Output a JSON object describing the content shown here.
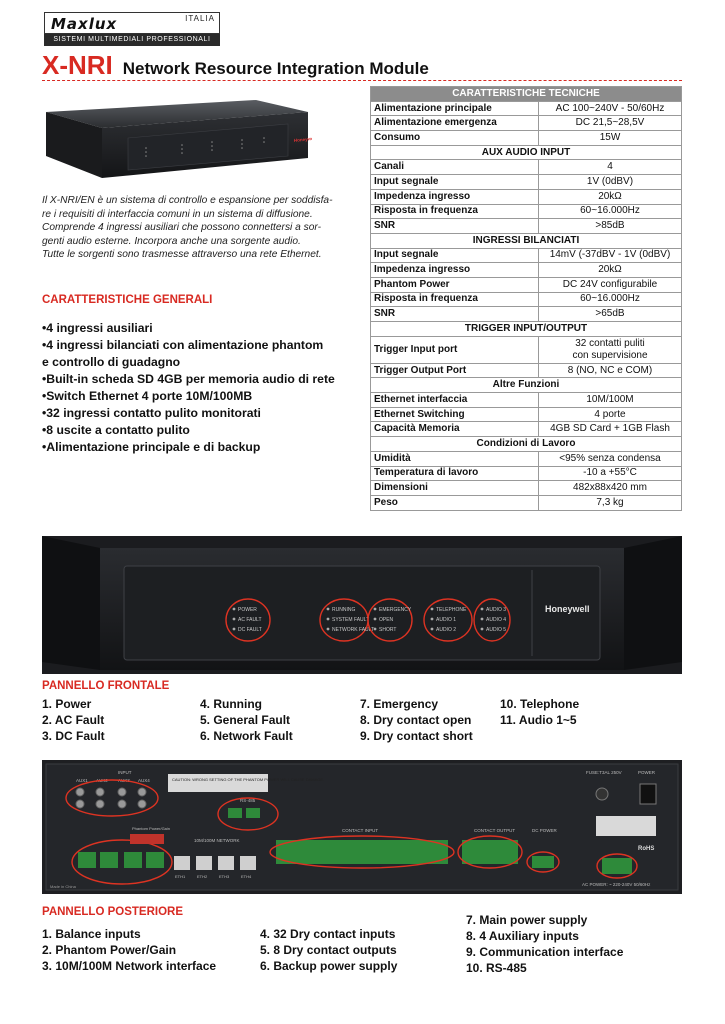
{
  "logo": {
    "brand": "Maxlux",
    "country": "ITALIA",
    "tagline": "SISTEMI MULTIMEDIALI PROFESSIONALI"
  },
  "header": {
    "code": "X-NRI",
    "name": "Network Resource Integration Module"
  },
  "device": {
    "brand": "Honeywell"
  },
  "intro": [
    "Il X-NRI/EN è un sistema di controllo e espansione per soddisfa-",
    "re i requisiti di interfaccia comuni in un sistema di diffusione.",
    "Comprende 4 ingressi ausiliari che possono connettersi a sor-",
    "genti audio esterne. Incorpora anche una sorgente audio.",
    "Tutte le sorgenti sono trasmesse attraverso una rete Ethernet."
  ],
  "general": {
    "title": "CARATTERISTICHE GENERALI",
    "items": [
      "4 ingressi ausiliari",
      "4 ingressi bilanciati con alimentazione phantom",
      "e controllo di guadagno",
      "Built-in scheda SD 4GB per memoria audio di rete",
      "Switch Ethernet 4 porte 10M/100MB",
      "32 ingressi contatto pulito monitorati",
      "8 uscite a contatto pulito",
      "Alimentazione principale e di backup"
    ]
  },
  "spec": {
    "title": "CARATTERISTICHE TECNICHE",
    "rows": [
      {
        "k": "Alimentazione principale",
        "v": "AC 100~240V - 50/60Hz"
      },
      {
        "k": "Alimentazione emergenza",
        "v": "DC 21,5~28,5V"
      },
      {
        "k": "Consumo",
        "v": "15W"
      },
      {
        "h": "AUX AUDIO INPUT"
      },
      {
        "k": "Canali",
        "v": "4"
      },
      {
        "k": "Input segnale",
        "v": "1V (0dBV)"
      },
      {
        "k": "Impedenza ingresso",
        "v": "20kΩ"
      },
      {
        "k": "Risposta in frequenza",
        "v": "60~16.000Hz"
      },
      {
        "k": "SNR",
        "v": ">85dB"
      },
      {
        "h": "INGRESSI BILANCIATI"
      },
      {
        "k": "Input segnale",
        "v": "14mV (-37dBV - 1V (0dBV)"
      },
      {
        "k": "Impedenza ingresso",
        "v": "20kΩ"
      },
      {
        "k": "Phantom Power",
        "v": "DC 24V configurabile"
      },
      {
        "k": "Risposta in frequenza",
        "v": "60~16.000Hz"
      },
      {
        "k": "SNR",
        "v": ">65dB"
      },
      {
        "h": "TRIGGER INPUT/OUTPUT"
      },
      {
        "k": "Trigger Input port",
        "v": "32 contatti puliti",
        "v2": "con supervisione"
      },
      {
        "k": "Trigger Output Port",
        "v": "8 (NO, NC e COM)"
      },
      {
        "h": "Altre Funzioni"
      },
      {
        "k": "Ethernet interfaccia",
        "v": "10M/100M"
      },
      {
        "k": "Ethernet Switching",
        "v": "4 porte"
      },
      {
        "k": "Capacità Memoria",
        "v": "4GB SD Card + 1GB Flash"
      },
      {
        "h": "Condizioni di Lavoro"
      },
      {
        "k": "Umidità",
        "v": "<95% senza condensa"
      },
      {
        "k": "Temperatura di lavoro",
        "v": "-10 a +55°C"
      },
      {
        "k": "Dimensioni",
        "v": "482x88x420 mm"
      },
      {
        "k": "Peso",
        "v": "7,3 kg"
      }
    ]
  },
  "front_panel": {
    "title": "PANNELLO FRONTALE",
    "col1": [
      "1. Power",
      "2. AC Fault",
      "3. DC Fault"
    ],
    "col2": [
      "4. Running",
      "5. General Fault",
      "6. Network Fault"
    ],
    "col3": [
      "7. Emergency",
      "8. Dry contact open",
      "9. Dry contact short"
    ],
    "col4": [
      "10. Telephone",
      "11. Audio 1~5"
    ],
    "leds": {
      "power": "POWER",
      "ac_fault": "AC FAULT",
      "dc_fault": "DC FAULT",
      "running": "RUNNING",
      "system_fault": "SYSTEM FAULT",
      "network_fault": "NETWORK FAULT",
      "emergency": "EMERGENCY",
      "open": "OPEN",
      "short": "SHORT",
      "telephone": "TELEPHONE",
      "audio1": "AUDIO 1",
      "audio2": "AUDIO 2",
      "audio3": "AUDIO 3",
      "audio4": "AUDIO 4",
      "audio5": "AUDIO 5"
    }
  },
  "rear_panel": {
    "title": "PANNELLO POSTERIORE",
    "col1": [
      "1. Balance inputs",
      "2. Phantom Power/Gain",
      "3. 10M/100M Network interface"
    ],
    "col2": [
      "4. 32 Dry contact inputs",
      "5. 8 Dry contact outputs",
      "6. Backup power supply"
    ],
    "col3": [
      "7. Main power supply",
      "8. 4 Auxiliary inputs",
      "9. Communication interface",
      "10. RS-485"
    ],
    "labels": {
      "input": "INPUT",
      "aux1": "AUX1",
      "aux2": "AUX2",
      "aux3": "AUX3",
      "aux4": "AUX4",
      "caution": "CAUTION: WRONG SETTING OF THE PHANTOM POWER WILL CAUSE DAMAGE.",
      "rs485": "RS-485",
      "phantom": "Phantom Power/Gain",
      "network": "10M/100M NETWORK",
      "contact_input": "CONTACT INPUT",
      "contact_output": "CONTACT OUTPUT",
      "dc_power": "DC POWER",
      "fuse": "FUSE:T3AL 250V",
      "power": "POWER",
      "ac_power": "AC POWER: ~ 220-240V 50/60Hz",
      "made_in": "Made in China",
      "rohs": "RoHS",
      "eth1": "ETH1",
      "eth2": "ETH2",
      "eth3": "ETH3",
      "eth4": "ETH4"
    }
  }
}
